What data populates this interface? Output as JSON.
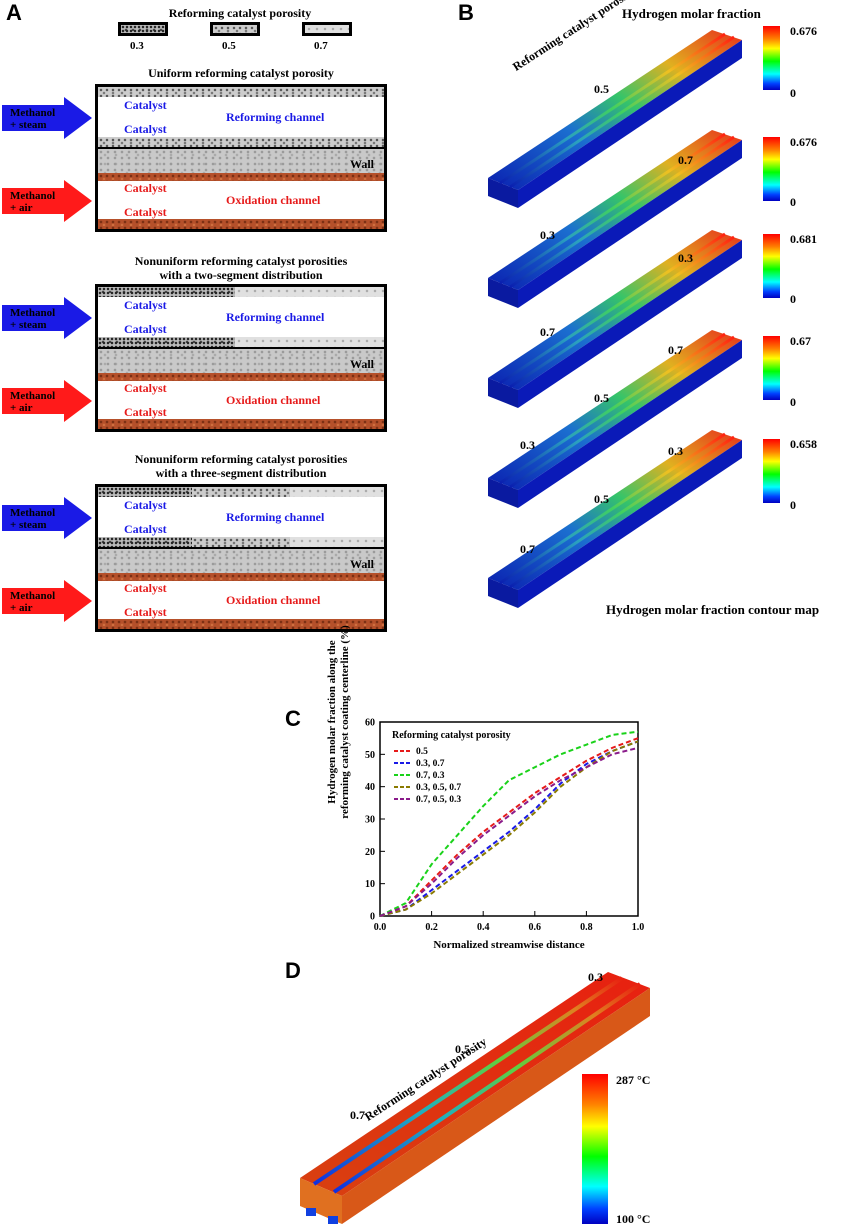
{
  "panels": {
    "a": "A",
    "b": "B",
    "c": "C",
    "d": "D"
  },
  "panelA": {
    "legend_title": "Reforming catalyst porosity",
    "swatches": [
      "0.3",
      "0.5",
      "0.7"
    ],
    "sections": [
      {
        "title1": "Uniform reforming catalyst porosity",
        "title2": ""
      },
      {
        "title1": "Nonuniform reforming catalyst porosities",
        "title2": "with a two-segment distribution"
      },
      {
        "title1": "Nonuniform reforming catalyst porosities",
        "title2": "with a three-segment distribution"
      }
    ],
    "catalyst": "Catalyst",
    "reforming_channel": "Reforming channel",
    "wall": "Wall",
    "oxidation_channel": "Oxidation channel",
    "inlet_steam_1": "Methanol",
    "inlet_steam_2": "+ steam",
    "inlet_air_1": "Methanol",
    "inlet_air_2": "+ air",
    "colors": {
      "steam_arrow": "#1a1ae6",
      "air_arrow": "#ff1a1a"
    }
  },
  "panelB": {
    "title": "Hydrogen molar fraction",
    "diag_label": "Reforming catalyst porosity",
    "footer": "Hydrogen molar fraction contour map",
    "colorbars": [
      {
        "max": "0.676",
        "min": "0"
      },
      {
        "max": "0.676",
        "min": "0"
      },
      {
        "max": "0.681",
        "min": "0"
      },
      {
        "max": "0.67",
        "min": "0"
      },
      {
        "max": "0.658",
        "min": "0"
      }
    ],
    "porosity_labels": [
      "0.5",
      "0.7",
      "0.3",
      "0.3",
      "0.7",
      "0.7",
      "0.5",
      "0.3",
      "0.3",
      "0.5",
      "0.7"
    ]
  },
  "panelC": {
    "ylabel_1": "Hydrogen molar fraction along the",
    "ylabel_2": "reforming catalyst coating centerline (%)",
    "xlabel": "Normalized streamwise distance",
    "legend_title": "Reforming catalyst porosity"
  },
  "chart_data": {
    "type": "line",
    "xlabel": "Normalized streamwise distance",
    "ylabel": "Hydrogen molar fraction along the reforming catalyst coating centerline (%)",
    "xlim": [
      0,
      1
    ],
    "ylim": [
      0,
      60
    ],
    "xticks": [
      "0.0",
      "0.2",
      "0.4",
      "0.6",
      "0.8",
      "1.0"
    ],
    "yticks": [
      "0",
      "10",
      "20",
      "30",
      "40",
      "50",
      "60"
    ],
    "legend_title": "Reforming catalyst porosity",
    "legend_position": "top-left",
    "grid": false,
    "series": [
      {
        "name": "0.5",
        "color": "#e61a1a",
        "x": [
          0,
          0.1,
          0.2,
          0.3,
          0.4,
          0.5,
          0.6,
          0.7,
          0.8,
          0.9,
          1.0
        ],
        "y": [
          0,
          3,
          11,
          19,
          26,
          32,
          38,
          43,
          48,
          52,
          55
        ]
      },
      {
        "name": "0.3, 0.7",
        "color": "#1a1ae6",
        "x": [
          0,
          0.1,
          0.2,
          0.3,
          0.4,
          0.5,
          0.6,
          0.7,
          0.8,
          0.9,
          1.0
        ],
        "y": [
          0,
          2,
          8,
          14,
          20,
          26,
          33,
          41,
          47,
          51,
          54
        ]
      },
      {
        "name": "0.7, 0.3",
        "color": "#1ad21a",
        "x": [
          0,
          0.1,
          0.2,
          0.3,
          0.4,
          0.5,
          0.6,
          0.7,
          0.8,
          0.9,
          1.0
        ],
        "y": [
          0,
          4,
          16,
          25,
          34,
          42,
          46,
          50,
          53,
          56,
          57
        ]
      },
      {
        "name": "0.3, 0.5, 0.7",
        "color": "#8a7a00",
        "x": [
          0,
          0.1,
          0.2,
          0.3,
          0.4,
          0.5,
          0.6,
          0.7,
          0.8,
          0.9,
          1.0
        ],
        "y": [
          0,
          2,
          7,
          13,
          19,
          25,
          32,
          40,
          46,
          51,
          54
        ]
      },
      {
        "name": "0.7, 0.5, 0.3",
        "color": "#8a1a8a",
        "x": [
          0,
          0.1,
          0.2,
          0.3,
          0.4,
          0.5,
          0.6,
          0.7,
          0.8,
          0.9,
          1.0
        ],
        "y": [
          0,
          3,
          10,
          18,
          25,
          31,
          37,
          42,
          46,
          50,
          52
        ]
      }
    ]
  },
  "panelD": {
    "diag_label": "Reforming catalyst porosity",
    "porosity_labels": [
      "0.3",
      "0.5",
      "0.7"
    ],
    "cbar_max": "287 °C",
    "cbar_min": "100 °C"
  }
}
